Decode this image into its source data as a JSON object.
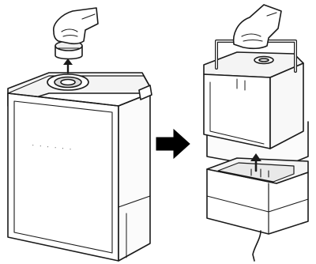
{
  "figure": {
    "kind": "instruction-illustration",
    "steps": [
      {
        "id": "step-1",
        "subject": "humidifier-unit",
        "action": "remove-cap",
        "icons": [
          "hand-icon",
          "cap-icon",
          "arrow-up-icon"
        ],
        "printed_text": "· · · · · ·"
      },
      {
        "id": "step-2",
        "subject": "water-tank",
        "action": "lift-tank-from-base",
        "icons": [
          "hand-icon",
          "handle-icon",
          "arrow-up-icon",
          "power-cord-icon"
        ]
      }
    ],
    "transition_icon": "arrow-right-icon",
    "colors": {
      "line": "#1a1a1a",
      "fill": "#ffffff",
      "shadow": "#e6e6e6",
      "accent": "#000000"
    }
  }
}
